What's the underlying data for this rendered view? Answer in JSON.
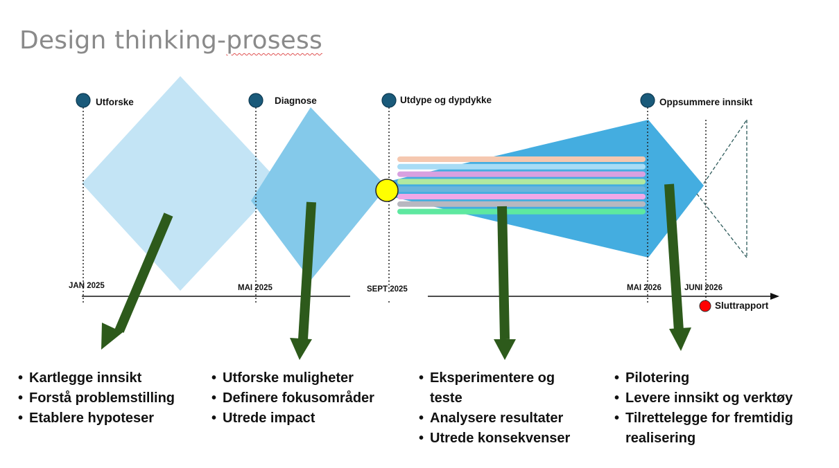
{
  "slide": {
    "title_main": "Design thinking-",
    "title_flagged": "prosess"
  },
  "phases": [
    {
      "label": "Utforske"
    },
    {
      "label": "Diagnose"
    },
    {
      "label": "Utdype og dypdykke"
    },
    {
      "label": "Oppsummere innsikt"
    }
  ],
  "timeline": {
    "dates": [
      "JAN 2025",
      "MAI 2025",
      "SEPT 2025",
      "MAI 2026",
      "JUNI 2026"
    ],
    "end_marker": "Sluttrapport"
  },
  "colors": {
    "diamond1": "#c3e4f5",
    "diamond2": "#84c9ea",
    "funnel": "#44ade0",
    "arrow": "#2d5a1b",
    "milestone": "#1a5a7a",
    "center_dot": "#ffff00",
    "end_dot": "#ff0000",
    "stripes": [
      "#f5c8b0",
      "#a8dcf5",
      "#d8a0e0",
      "#b0e8a0",
      "#6ab4dc",
      "#f0a8e8",
      "#b8b8c0",
      "#5ee8a0"
    ]
  },
  "lists": [
    {
      "items": [
        "Kartlegge innsikt",
        "Forstå problemstilling",
        "Etablere hypoteser"
      ]
    },
    {
      "items": [
        "Utforske muligheter",
        "Definere fokusområder",
        "Utrede impact"
      ]
    },
    {
      "items": [
        "Eksperimentere og teste",
        "Analysere resultater",
        "Utrede konsekvenser"
      ]
    },
    {
      "items": [
        "Pilotering",
        "Levere innsikt og verktøy",
        "Tilrettelegge for fremtidig realisering"
      ]
    }
  ]
}
